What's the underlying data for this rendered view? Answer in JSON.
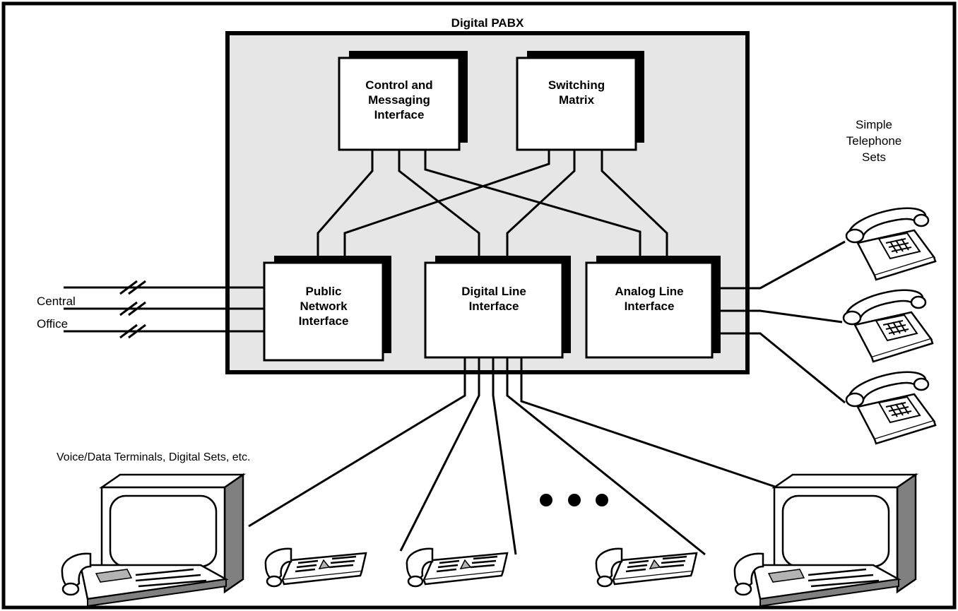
{
  "pabx": {
    "title": "Digital PABX"
  },
  "modules": {
    "control": {
      "lines": [
        "Control and",
        "Messaging",
        "Interface"
      ]
    },
    "switching": {
      "lines": [
        "Switching",
        "Matrix"
      ]
    },
    "public": {
      "lines": [
        "Public",
        "Network",
        "Interface"
      ]
    },
    "digital": {
      "lines": [
        "Digital Line",
        "Interface"
      ]
    },
    "analog": {
      "lines": [
        "Analog Line",
        "Interface"
      ]
    }
  },
  "labels": {
    "central": "Central",
    "office": "Office",
    "simple_sets": [
      "Simple",
      "Telephone",
      "Sets"
    ],
    "terminals": "Voice/Data Terminals, Digital Sets, etc."
  },
  "devices": {
    "analog_phones": [
      "telephone-icon",
      "telephone-icon",
      "telephone-icon"
    ],
    "terminals": [
      "voice-data-terminal-icon",
      "digital-set-icon",
      "digital-set-icon",
      "digital-set-icon",
      "voice-data-terminal-icon"
    ]
  },
  "colors": {
    "frame": "#000000",
    "pabx_fill": "#e6e6e6",
    "terminal_side": "#808080",
    "screen_bar": "#b3b3b3"
  }
}
